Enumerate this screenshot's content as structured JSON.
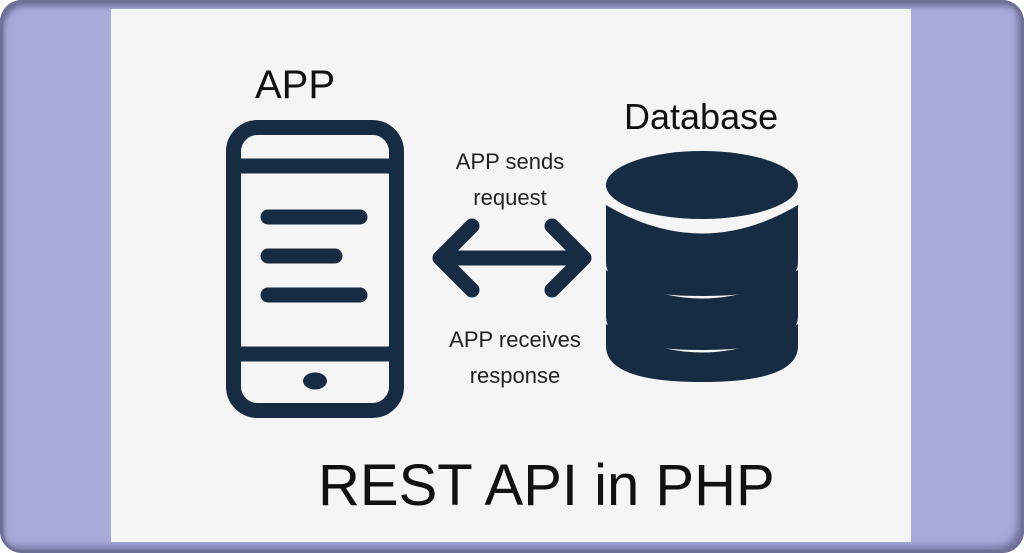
{
  "diagram": {
    "app_label": "APP",
    "database_label": "Database",
    "request_caption": [
      "APP sends",
      "request"
    ],
    "response_caption": [
      "APP receives",
      "response"
    ],
    "title": "REST API in PHP",
    "icons": {
      "app": "smartphone-icon",
      "database": "database-icon",
      "connector": "double-arrow-icon"
    },
    "colors": {
      "frame": "#a9aad7",
      "frame_border": "#6f7097",
      "panel": "#f5f5f5",
      "icon": "#172b42",
      "text": "#111111"
    }
  }
}
